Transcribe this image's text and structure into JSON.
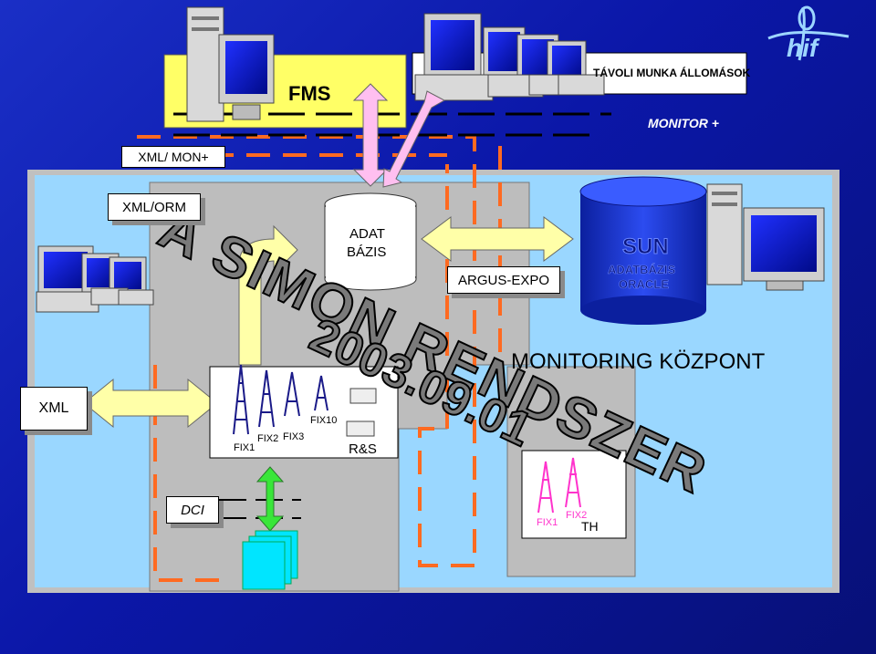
{
  "labels": {
    "remote_stations": "TÁVOLI MUNKA ÁLLOMÁSOK",
    "fms": "FMS",
    "monitor_plus": "MONITOR +",
    "xml_mon": "XML/ MON+",
    "xml_orm": "XML/ORM",
    "adat_line1": "ADAT",
    "adat_line2": "BÁZIS",
    "argus": "ARGUS-EXPO",
    "sun": "SUN",
    "adatbazis": "ADATBÁZIS",
    "oracle": "ORACLE",
    "monitoring": "MONITORING KÖZPONT",
    "xml": "XML",
    "dci": "DCI",
    "fix1": "FIX1",
    "fix2": "FIX2",
    "fix3": "FIX3",
    "fix10": "FIX10",
    "rs": "R&S",
    "th_fix1": "FIX1",
    "th_fix2": "FIX2",
    "th": "TH"
  },
  "watermark": {
    "line1": "A SIMON RENDSZER",
    "line2": "2003.09.01"
  },
  "logo": {
    "text": "hif"
  },
  "colors": {
    "background": "#1024b8",
    "panel": "#b8b8b8",
    "fms_yellow": "#ffff66",
    "cylinder_blue": "#1b33d8",
    "arrow_yellow": "#ffffa8",
    "arrow_pink": "#ffbff0",
    "arrow_green": "#39e639",
    "dash_orange": "#ff6a21",
    "fix_pink": "#ff33cc",
    "cyan_doc": "#00e5ff"
  }
}
